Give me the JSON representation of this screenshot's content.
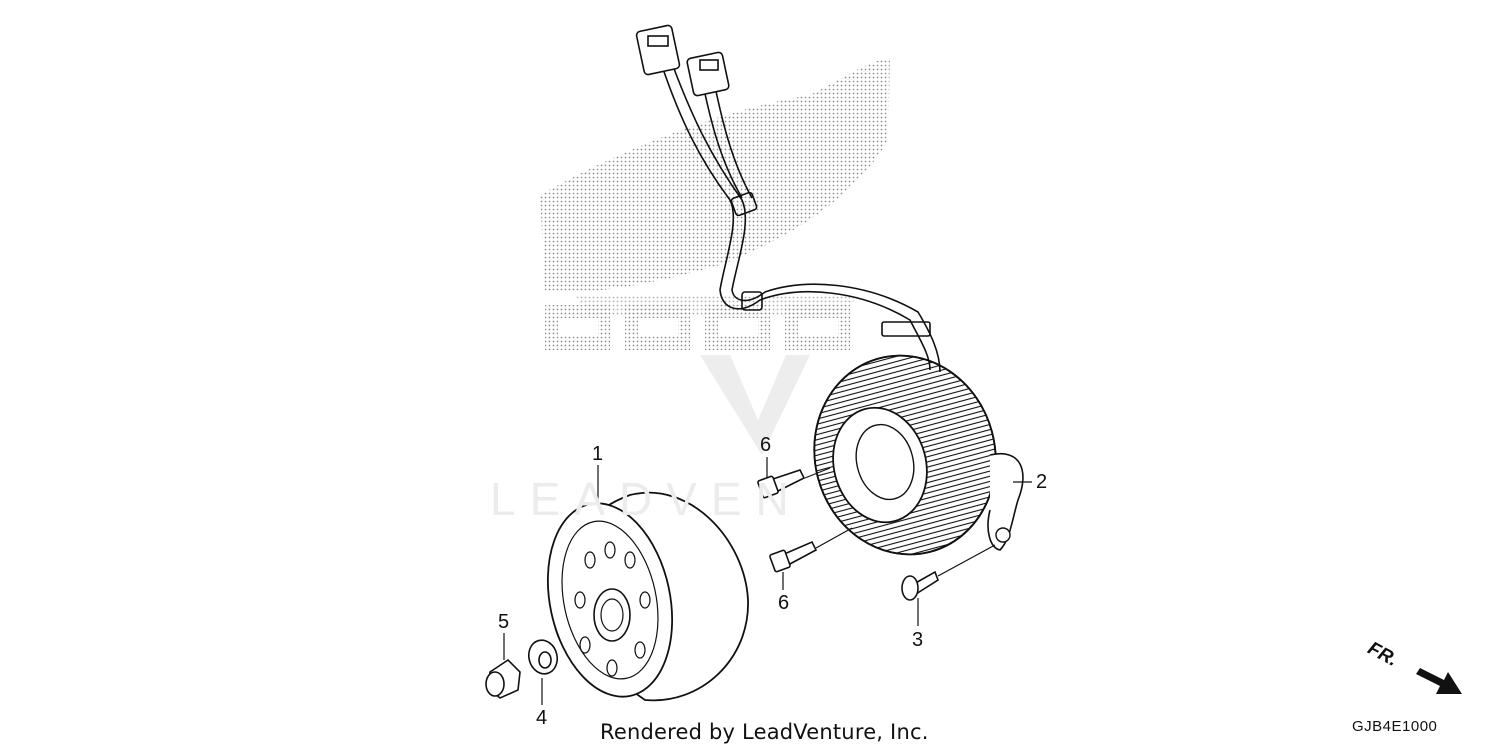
{
  "diagram": {
    "callouts": [
      {
        "id": "c1",
        "label": "1"
      },
      {
        "id": "c2",
        "label": "2"
      },
      {
        "id": "c3",
        "label": "3"
      },
      {
        "id": "c4",
        "label": "4"
      },
      {
        "id": "c5",
        "label": "5"
      },
      {
        "id": "c6a",
        "label": "6"
      },
      {
        "id": "c6b",
        "label": "6"
      }
    ],
    "credit": "Rendered by LeadVenture, Inc.",
    "diagram_code": "GJB4E1000",
    "direction_label": "FR.",
    "watermark_text": "LEADVEN",
    "colors": {
      "line": "#111111",
      "watermark_dots": "#9a9a9a",
      "watermark_text": "#ececec"
    }
  }
}
